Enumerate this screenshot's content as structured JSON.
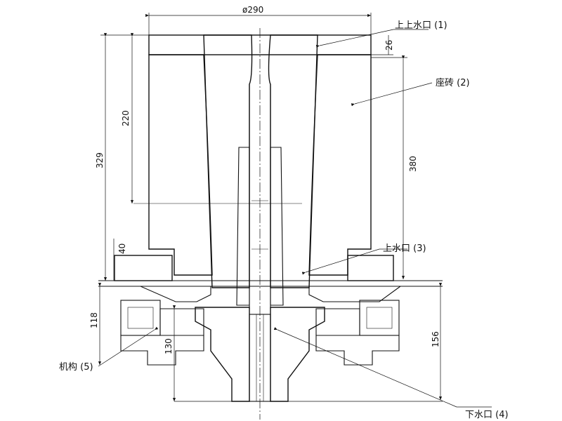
{
  "dimensions": {
    "top_diameter": "ø290",
    "d26": "26",
    "d220": "220",
    "d329": "329",
    "d380": "380",
    "d40": "40",
    "d118": "118",
    "d130": "130",
    "d156": "156"
  },
  "labels": {
    "upper_nozzle": "上上水口 (1)",
    "seat_brick": "座砖 (2)",
    "upper_plate": "上水口 (3)",
    "lower_nozzle": "下水口 (4)",
    "mechanism": "机构 (5)"
  }
}
